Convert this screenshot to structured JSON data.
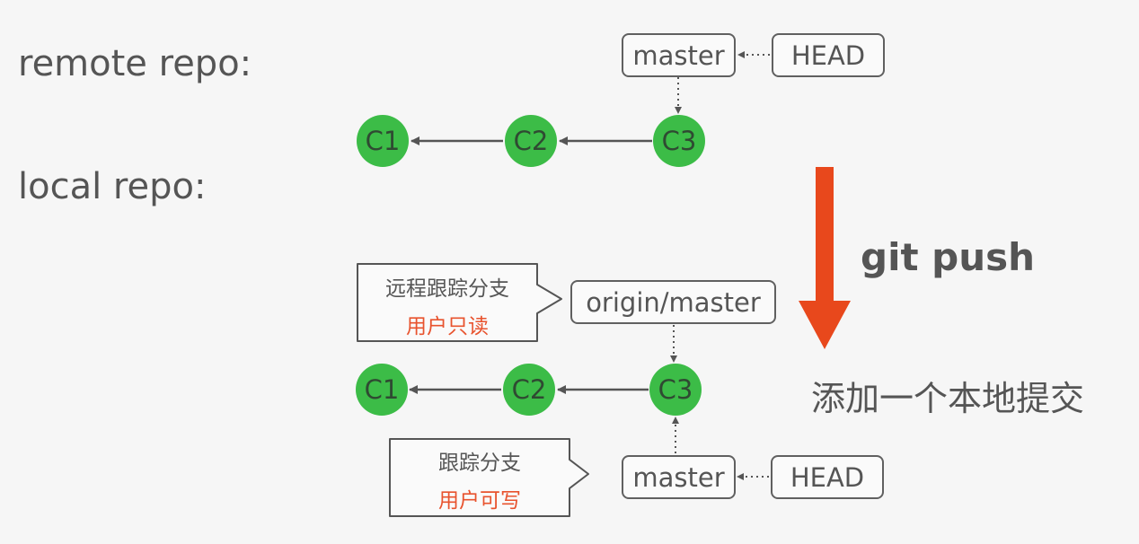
{
  "labels": {
    "remote": "remote repo:",
    "local": "local repo:"
  },
  "remote": {
    "commits": [
      "C1",
      "C2",
      "C3"
    ],
    "branch": "master",
    "head": "HEAD"
  },
  "local": {
    "commits": [
      "C1",
      "C2",
      "C3"
    ],
    "remote_tracking_branch": "origin/master",
    "branch": "master",
    "head": "HEAD"
  },
  "callouts": {
    "remote_tracking": {
      "title": "远程跟踪分支",
      "note": "用户只读"
    },
    "tracking": {
      "title": "跟踪分支",
      "note": "用户可写"
    }
  },
  "action": {
    "command": "git push",
    "description": "添加一个本地提交"
  },
  "colors": {
    "commit_fill": "#3cbc47",
    "accent_red": "#e8532e",
    "line": "#555555"
  }
}
